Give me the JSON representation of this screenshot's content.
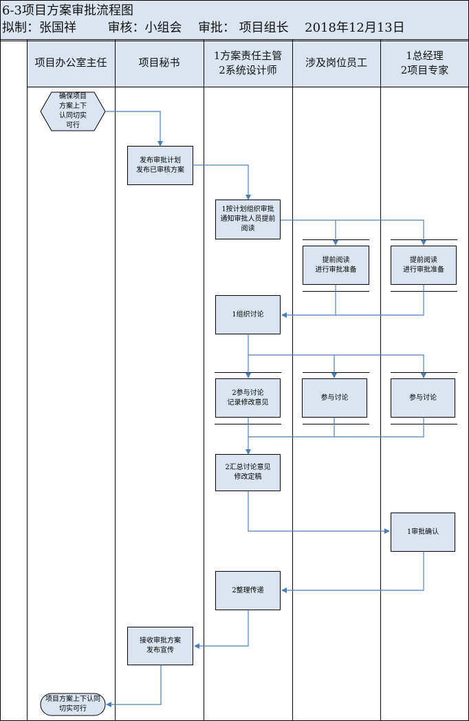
{
  "header": {
    "title": "6-3项目方案审批流程图",
    "drafter": "拟制：张国祥",
    "reviewer": "审核：小组会",
    "approver": "审批：  项目组长",
    "date": "2018年12月13日"
  },
  "lanes": [
    {
      "label": "项目办公室主任"
    },
    {
      "label": "项目秘书"
    },
    {
      "label": "1方案责任主管\n2系统设计师"
    },
    {
      "label": "涉及岗位员工"
    },
    {
      "label": "1总经理\n2项目专家"
    }
  ],
  "nodes": {
    "start": "确保项目\n方案上下\n认同切实\n可行",
    "publish_plan": "发布审批计划\n发布已审核方案",
    "organize_review": "1按计划组织审批\n通知审批人员提前\n阅读",
    "staff_preread": "提前阅读\n进行审批准备",
    "gm_preread": "提前阅读\n进行审批准备",
    "organize_discussion": "1组织讨论",
    "participate_record": "2参与讨论\n记录修改意见",
    "staff_participate": "参与讨论",
    "gm_participate": "参与讨论",
    "summarize": "2汇总讨论意见\n修改定稿",
    "approve_confirm": "1审批确认",
    "organize_deliver": "2整理传递",
    "receive_publicize": "接收审批方案\n发布宣传",
    "end": "项目方案上下认同\n切实可行"
  },
  "colors": {
    "header_bg": "#dbe5f1",
    "node_fill": "#dbe5f1",
    "arrow": "#4a7ebb",
    "line": "#000000"
  }
}
